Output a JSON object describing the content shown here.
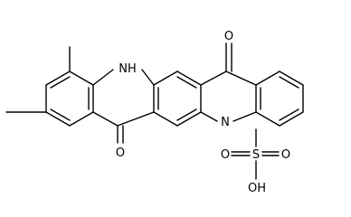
{
  "molecule": {
    "colors": {
      "bond": "#000000",
      "label": "#000000",
      "background": "#ffffff"
    },
    "atom_labels": {
      "nh": "NH",
      "n": "N",
      "o_top": "O",
      "o_bottom": "O",
      "s": "S",
      "o_sulfonyl_left": "O",
      "o_sulfonyl_right": "O",
      "oh": "OH"
    }
  }
}
